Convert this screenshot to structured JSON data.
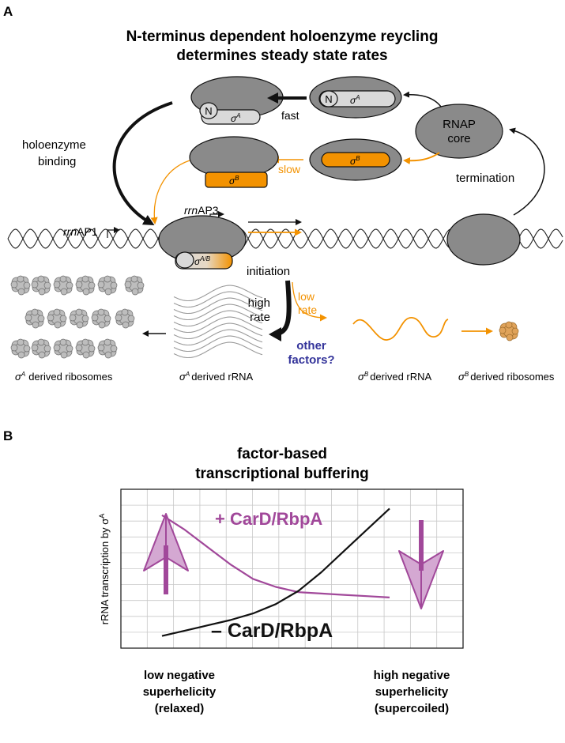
{
  "panel_a": {
    "panel_label": "A",
    "title_line1": "N-terminus dependent holoenzyme reycling",
    "title_line2": "determines steady state rates",
    "labels": {
      "n_marker": "N",
      "sigma_symbol": "σ",
      "sup_a": "A",
      "sup_b": "B",
      "sup_ab": "A/B",
      "fast": "fast",
      "slow": "slow",
      "rnap_core_line1": "RNAP",
      "rnap_core_line2": "core",
      "holoenzyme_line1": "holoenzyme",
      "holoenzyme_line2": "binding",
      "termination": "termination",
      "initiation": "initiation",
      "promoter1_prefix": "rrn",
      "promoter1_suffix": "AP1",
      "promoter3_prefix": "rrn",
      "promoter3_suffix": "AP3",
      "high_rate_line1": "high",
      "high_rate_line2": "rate",
      "low_rate_line1": "low",
      "low_rate_line2": "rate",
      "other_factors_line1": "other",
      "other_factors_line2": "factors?",
      "sigma_a_ribosomes_suffix": "derived ribosomes",
      "sigma_a_rrna_suffix": "derived rRNA",
      "sigma_b_rrna_suffix": "derived rRNA",
      "sigma_b_ribosomes_suffix": "derived ribosomes"
    },
    "colors": {
      "rnap_gray": "#8a8a8a",
      "sigma_a_fill": "#d9d9d9",
      "sigma_b_orange": "#f39200",
      "other_factors_blue": "#33339a",
      "rrna_gray": "#9a9a9a"
    }
  },
  "panel_b": {
    "panel_label": "B",
    "title_line1": "factor-based",
    "title_line2": "transcriptional buffering",
    "ylabel_prefix": "rRNA transcription by σ",
    "ylabel_sup": "A",
    "plus_label": "+ CarD/RbpA",
    "minus_label": "– CarD/RbpA",
    "x_left_line1": "low negative",
    "x_left_line2": "superhelicity",
    "x_left_line3": "(relaxed)",
    "x_right_line1": "high negative",
    "x_right_line2": "superhelicity",
    "x_right_line3": "(supercoiled)",
    "colors": {
      "purple": "#a1489a",
      "light_purple": "#d4a8d2",
      "black": "#111111",
      "grid": "#c8c8c8"
    }
  },
  "chart_data": {
    "type": "line",
    "xlabel": "",
    "ylabel": "rRNA transcription by σA",
    "series": [
      {
        "name": "+ CarD/RbpA",
        "x": [
          0,
          0.1,
          0.2,
          0.3,
          0.4,
          0.5,
          0.6,
          0.7,
          0.8,
          0.9,
          1.0
        ],
        "y": [
          0.93,
          0.82,
          0.69,
          0.56,
          0.45,
          0.39,
          0.35,
          0.34,
          0.33,
          0.32,
          0.31
        ]
      },
      {
        "name": "– CarD/RbpA",
        "x": [
          0,
          0.1,
          0.2,
          0.3,
          0.4,
          0.5,
          0.6,
          0.7,
          0.8,
          0.9,
          1.0
        ],
        "y": [
          0.02,
          0.06,
          0.1,
          0.14,
          0.19,
          0.26,
          0.36,
          0.5,
          0.66,
          0.82,
          0.98
        ]
      }
    ],
    "categories": [
      "low negative superhelicity (relaxed)",
      "high negative superhelicity (supercoiled)"
    ]
  }
}
